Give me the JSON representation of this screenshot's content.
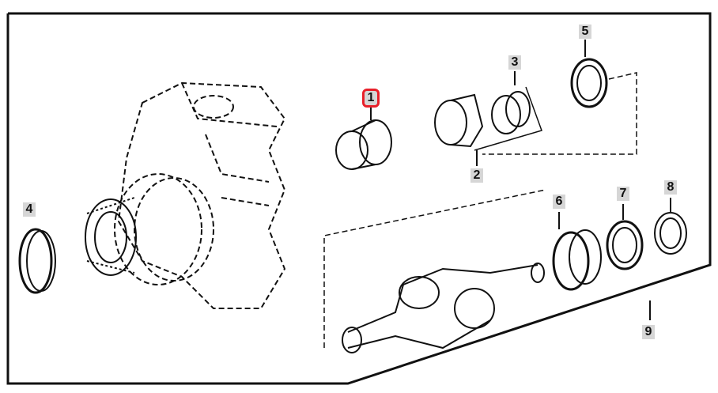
{
  "diagram": {
    "selected_callout": "1",
    "highlight_color": "#e8202a",
    "callouts": [
      "1",
      "2",
      "3",
      "4",
      "5",
      "6",
      "7",
      "8",
      "9"
    ]
  }
}
